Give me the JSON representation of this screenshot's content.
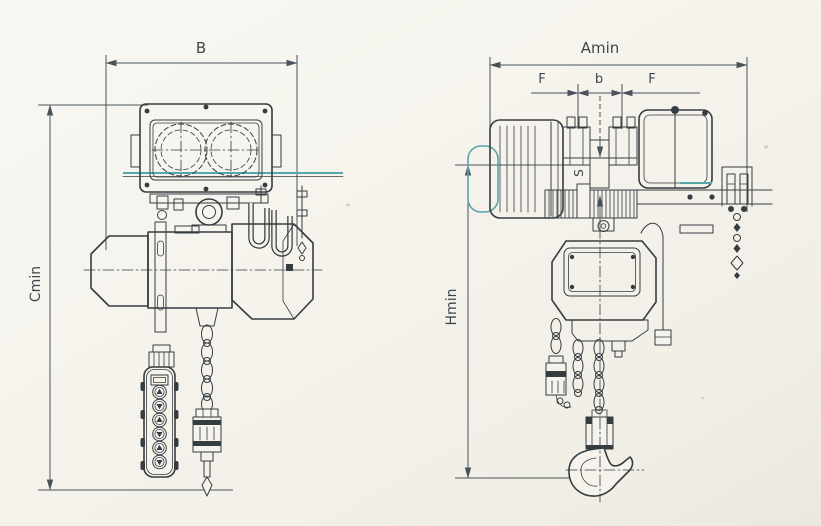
{
  "drawing": {
    "paper_color": "#f5f3ec",
    "line_color": "#363d41",
    "accent_color": "#56a6aa",
    "front_view": {
      "dim_width": "B",
      "dim_height": "Cmin"
    },
    "side_view": {
      "dim_overall": "Amin",
      "dim_flange_left": "F",
      "dim_beam_width": "b",
      "dim_flange_right": "F",
      "dim_beam": "S",
      "dim_height": "Hmin"
    }
  }
}
